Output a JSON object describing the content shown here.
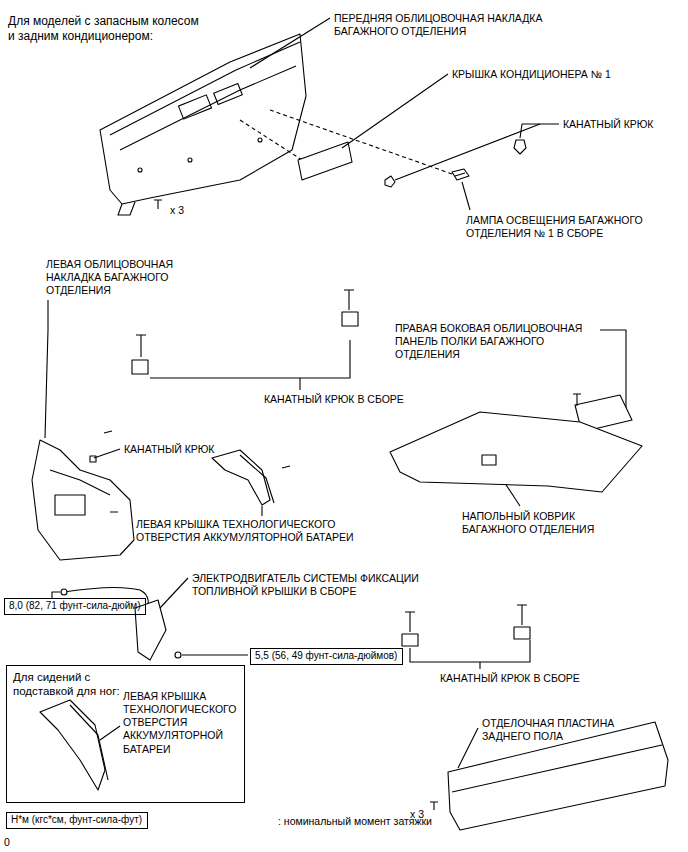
{
  "diagram": {
    "nodes": [
      {
        "text": [
          "8,0 (82, 71 фунт-сила-дюйм)"
        ]
      },
      {
        "text": [
          "5,5 (56, 49 фунт-сила-дюймов)"
        ]
      },
      {
        "text": [
          "Для сидений с подставкой для ног:",
          "ЛЕВАЯ КРЫШКА ТЕХНОЛОГИЧЕСКОГО ОТВЕРСТИЯ АККУМУЛЯТОРНОЙ БАТАРЕИ"
        ]
      },
      {
        "text": [
          "Н*м (кгс*см, фунт-сила-фут)"
        ]
      }
    ],
    "labels": [
      "Для моделей с запасным колесом и задним кондиционером:",
      "ПЕРЕДНЯЯ ОБЛИЦОВОЧНАЯ НАКЛАДКА БАГАЖНОГО ОТДЕЛЕНИЯ",
      "КРЫШКА КОНДИЦИОНЕРА № 1",
      "КАНАТНЫЙ КРЮК",
      "x 3",
      "ЛАМПА ОСВЕЩЕНИЯ БАГАЖНОГО ОТДЕЛЕНИЯ № 1 В СБОРЕ",
      "ЛЕВАЯ ОБЛИЦОВОЧНАЯ НАКЛАДКА БАГАЖНОГО ОТДЕЛЕНИЯ",
      "ПРАВАЯ БОКОВАЯ ОБЛИЦОВОЧНАЯ ПАНЕЛЬ ПОЛКИ БАГАЖНОГО ОТДЕЛЕНИЯ",
      "КАНАТНЫЙ КРЮК В СБОРЕ",
      "КАНАТНЫЙ КРЮК",
      "НАПОЛЬНЫЙ КОВРИК БАГАЖНОГО ОТДЕЛЕНИЯ",
      "ЛЕВАЯ КРЫШКА ТЕХНОЛОГИЧЕСКОГО ОТВЕРСТИЯ АККУМУЛЯТОРНОЙ БАТАРЕИ",
      "ЭЛЕКТРОДВИГАТЕЛЬ СИСТЕМЫ ФИКСАЦИИ ТОПЛИВНОЙ КРЫШКИ В СБОРЕ",
      "КАНАТНЫЙ КРЮК В СБОРЕ",
      "ОТДЕЛОЧНАЯ ПЛАСТИНА ЗАДНЕГО ПОЛА",
      "x 3",
      ": номинальный момент затяжки",
      "0"
    ]
  }
}
